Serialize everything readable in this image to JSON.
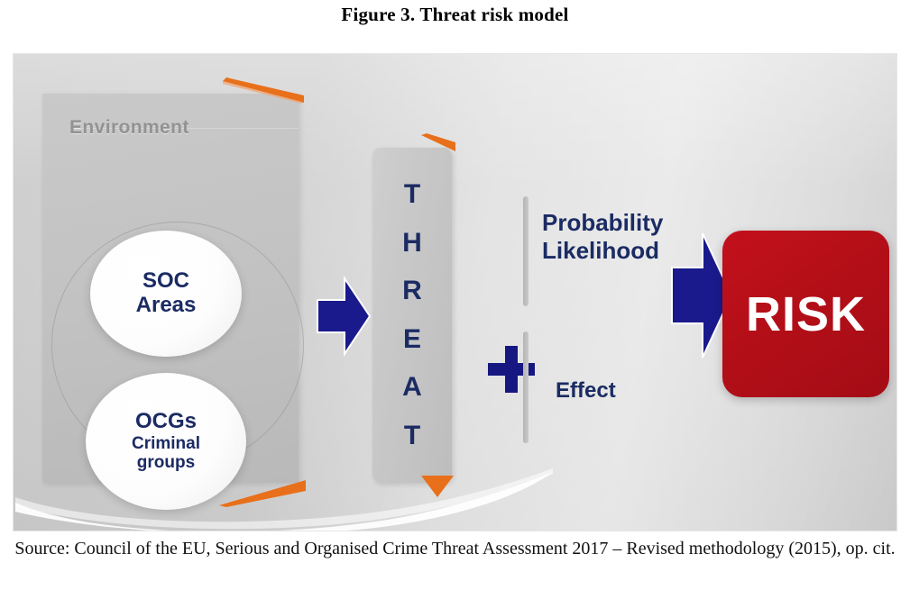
{
  "figure": {
    "title": "Figure 3. Threat risk model",
    "source": "Source: Council of the EU, Serious and Organised Crime Threat Assessment 2017 – Revised methodology (2015), op. cit."
  },
  "diagram": {
    "environment": {
      "label": "Environment",
      "bubbles": [
        {
          "line1": "SOC",
          "line2": "Areas"
        },
        {
          "line1": "OCGs",
          "line2": "Criminal",
          "line3": "groups"
        }
      ]
    },
    "threat": {
      "letters": [
        "T",
        "H",
        "R",
        "E",
        "A",
        "T"
      ],
      "word": "THREAT"
    },
    "operator": {
      "plus": "+"
    },
    "factors": {
      "probability_line1": "Probability",
      "probability_line2": "Likelihood",
      "effect": "Effect"
    },
    "risk": {
      "label": "RISK"
    },
    "colors": {
      "navy": "#1b2b63",
      "arrow_blue": "#1a1a8c",
      "risk_red": "#b50f18",
      "accent_orange": "#e8701a",
      "panel_gray": "#c4c4c4",
      "canvas_gray": "#c8c8c8"
    }
  }
}
